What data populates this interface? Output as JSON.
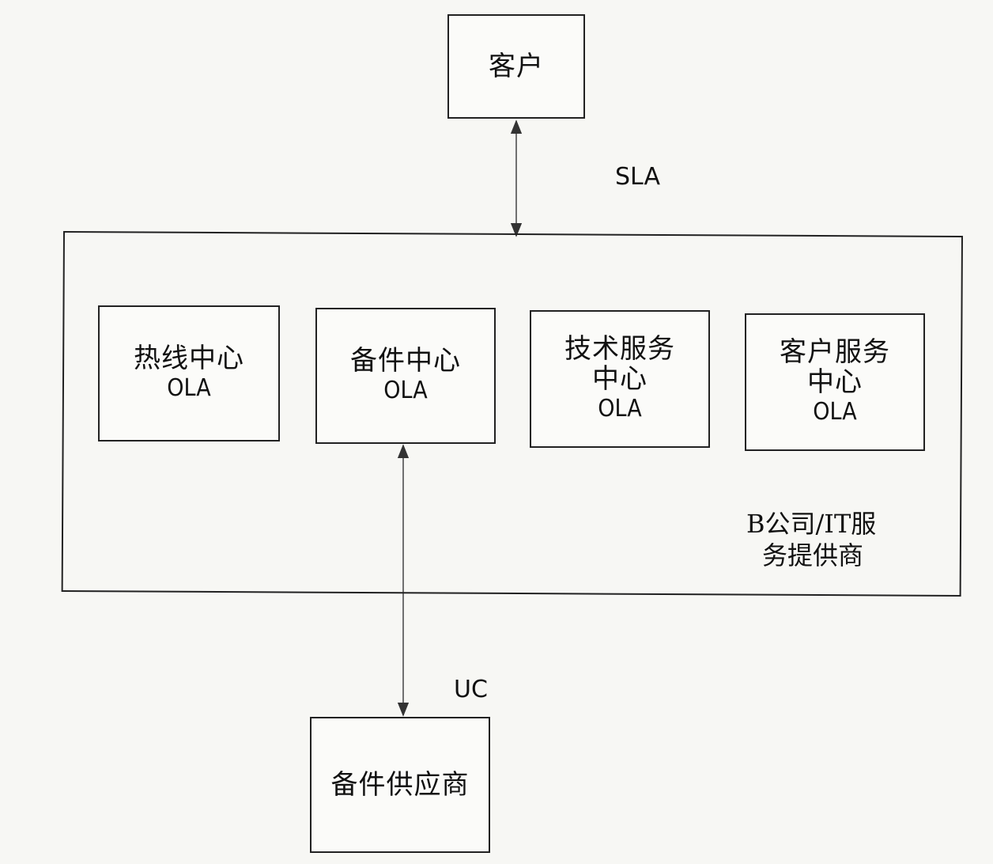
{
  "nodes": {
    "customer": {
      "label": "客户"
    },
    "hotline": {
      "name": "热线中心",
      "ola": "OLA"
    },
    "spare_parts_center": {
      "name": "备件中心",
      "ola": "OLA"
    },
    "tech_service": {
      "name_line1": "技术服务",
      "name_line2": "中心",
      "ola": "OLA"
    },
    "customer_service": {
      "name_line1": "客户服务",
      "name_line2": "中心",
      "ola": "OLA"
    },
    "provider": {
      "line1": "B公司/IT服",
      "line2": "务提供商"
    },
    "supplier": {
      "label": "备件供应商"
    }
  },
  "edges": {
    "sla": "SLA",
    "uc": "UC"
  }
}
